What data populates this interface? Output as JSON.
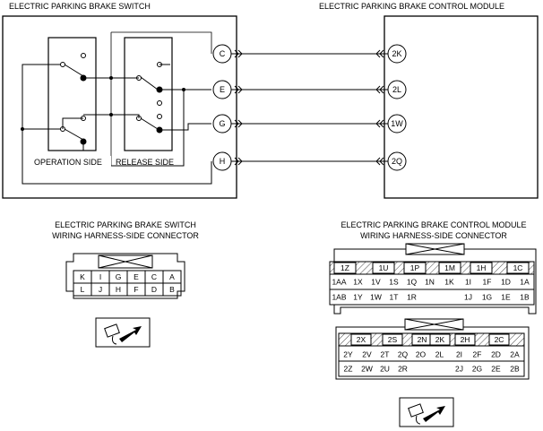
{
  "diagram": {
    "switch_title": "ELECTRIC PARKING BRAKE SWITCH",
    "module_title": "ELECTRIC PARKING BRAKE CONTROL MODULE",
    "operation_side": "OPERATION SIDE",
    "release_side": "RELEASE SIDE",
    "switch_terminals": [
      "C",
      "E",
      "G",
      "H"
    ],
    "module_terminals": [
      "2K",
      "2L",
      "1W",
      "2Q"
    ]
  },
  "switch_connector": {
    "title_line1": "ELECTRIC PARKING BRAKE SWITCH",
    "title_line2": "WIRING HARNESS-SIDE CONNECTOR",
    "row1": [
      "K",
      "I",
      "G",
      "E",
      "C",
      "A"
    ],
    "row2": [
      "L",
      "J",
      "H",
      "F",
      "D",
      "B"
    ]
  },
  "module_connector": {
    "title_line1": "ELECTRIC PARKING BRAKE CONTROL MODULE",
    "title_line2": "WIRING HARNESS-SIDE CONNECTOR",
    "upper": {
      "row1": [
        "1Z",
        "1U",
        "1P",
        "1M",
        "1H",
        "1C"
      ],
      "row2": [
        "1AA",
        "1X",
        "1V",
        "1S",
        "1Q",
        "1N",
        "1K",
        "1I",
        "1F",
        "1D",
        "1A"
      ],
      "row3": [
        "1AB",
        "1Y",
        "1W",
        "1T",
        "1R",
        "1J",
        "1G",
        "1E",
        "1B"
      ]
    },
    "lower": {
      "row1": [
        "2X",
        "2S",
        "2N",
        "2K",
        "2H",
        "2C"
      ],
      "row2": [
        "2Y",
        "2V",
        "2T",
        "2Q",
        "2O",
        "2L",
        "2I",
        "2F",
        "2D",
        "2A"
      ],
      "row3": [
        "2Z",
        "2W",
        "2U",
        "2R",
        "2J",
        "2G",
        "2E",
        "2B"
      ]
    }
  }
}
